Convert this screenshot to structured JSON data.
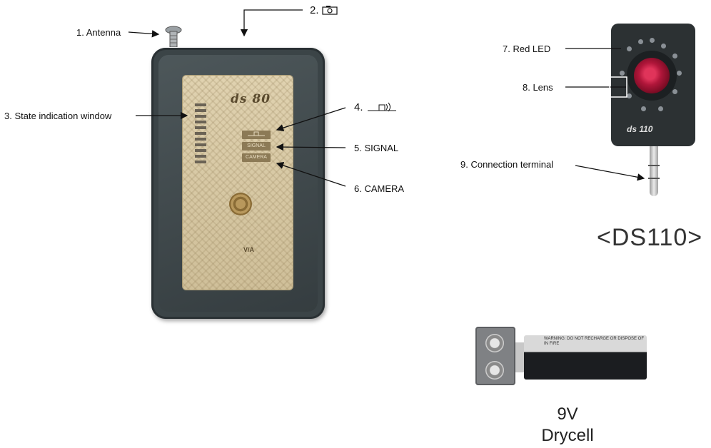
{
  "labels": {
    "antenna": "1. Antenna",
    "camera_icon": "2.",
    "state_window": "3. State indication window",
    "icon_4": "4.",
    "signal": "5. SIGNAL",
    "camera": "6. CAMERA",
    "red_led": "7. Red LED",
    "lens": "8. Lens",
    "connection": "9. Connection terminal"
  },
  "device": {
    "brand": "ds 80",
    "button_signal": "SIGNAL",
    "button_camera": "CAMERA",
    "mark": "V/A"
  },
  "ds110": {
    "logo": "ds 110",
    "model": "<DS110>"
  },
  "battery": {
    "line1": "9V",
    "line2": "Drycell",
    "warning": "WARNING: DO NOT RECHARGE OR DISPOSE OF IN FIRE"
  },
  "colors": {
    "device_body": "#3b4447",
    "plate": "#d8c9a5",
    "lens": "#b0163a"
  }
}
